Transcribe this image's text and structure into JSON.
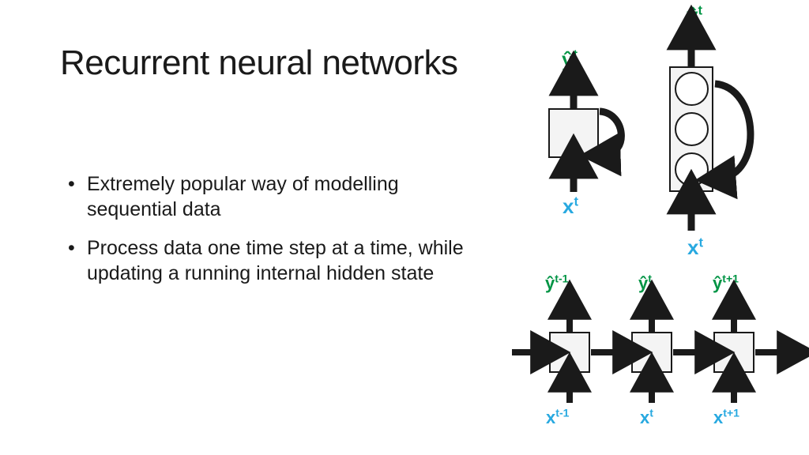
{
  "slide": {
    "title": "Recurrent neural networks",
    "background_color": "#ffffff",
    "bullet_marker": "•",
    "bullets": [
      "Extremely popular way of modelling sequential data",
      "Process data one time step at a time, while updating a running internal hidden state"
    ]
  },
  "colors": {
    "output_label_green": "#009444",
    "input_label_blue": "#28A9E0",
    "ink_black": "#1a1a1a",
    "box_fill": "#F4F4F4",
    "neuron_fill": "#ffffff"
  },
  "diagrams": {
    "single_cell": {
      "name": "folded-rnn-cell",
      "output_label": "ŷ",
      "output_superscript": "t",
      "input_label": "x",
      "input_superscript": "t",
      "recurrent_loop": "self-loop"
    },
    "neuron_stack": {
      "name": "folded-rnn-hidden-units",
      "output_label": "ŷ",
      "output_superscript": "t",
      "input_label": "x",
      "input_superscript": "t",
      "neuron_count": 3,
      "recurrent_loop": "self-loop"
    },
    "unrolled": {
      "name": "unrolled-rnn",
      "steps": [
        {
          "output_label": "ŷ",
          "output_superscript": "t-1",
          "input_label": "x",
          "input_superscript": "t-1"
        },
        {
          "output_label": "ŷ",
          "output_superscript": "t",
          "input_label": "x",
          "input_superscript": "t"
        },
        {
          "output_label": "ŷ",
          "output_superscript": "t+1",
          "input_label": "x",
          "input_superscript": "t+1"
        }
      ]
    }
  }
}
